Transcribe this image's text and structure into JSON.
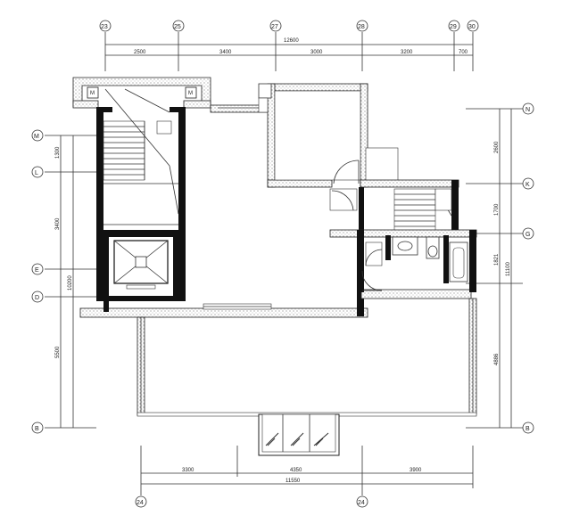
{
  "grid_bubbles": {
    "top": [
      "23",
      "25",
      "27",
      "28",
      "29",
      "30"
    ],
    "bottom": [
      "24",
      "24"
    ],
    "left": [
      "M",
      "L",
      "E",
      "D",
      "B"
    ],
    "right": [
      "N",
      "K",
      "G",
      "B"
    ]
  },
  "dimensions": {
    "top_segments": [
      "2500",
      "3400",
      "3000",
      "3200",
      "700"
    ],
    "top_total": "12600",
    "bottom_segments": [
      "3300",
      "4350",
      "3900"
    ],
    "bottom_total": "11550",
    "left_segments": [
      "1300",
      "3400",
      "5500"
    ],
    "left_total": "10200",
    "right_segments": [
      "2600",
      "1700",
      "1821",
      "4886"
    ],
    "right_total": "11100"
  }
}
